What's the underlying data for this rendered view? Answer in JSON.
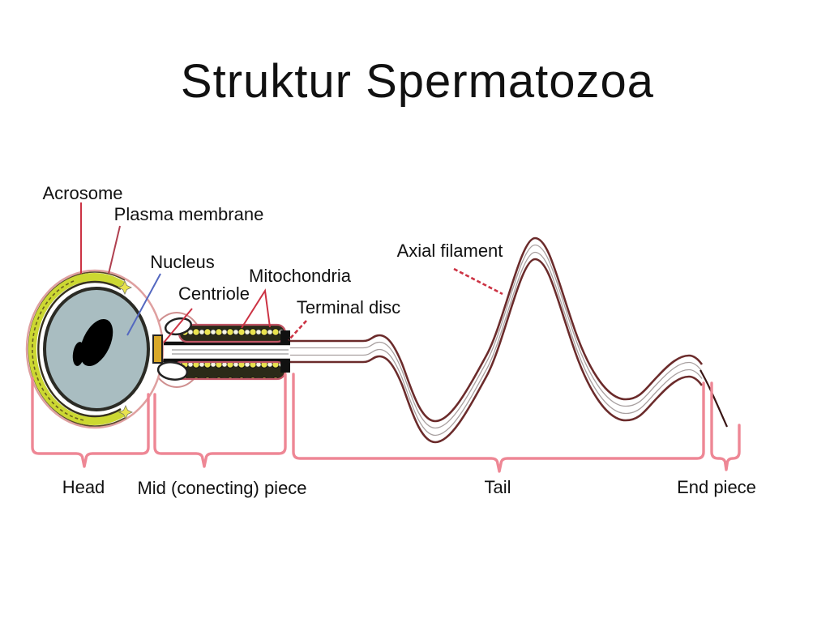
{
  "slide": {
    "title": "Struktur Spermatozoa"
  },
  "diagram": {
    "labels": {
      "acrosome": "Acrosome",
      "plasma_membrane": "Plasma membrane",
      "nucleus": "Nucleus",
      "centriole": "Centriole",
      "mitochondria": "Mitochondria",
      "terminal_disc": "Terminal disc",
      "axial_filament": "Axial filament"
    },
    "regions": {
      "head": "Head",
      "mid_piece": "Mid (conecting) piece",
      "tail": "Tail",
      "end_piece": "End piece"
    },
    "colors": {
      "leader_red": "#cc3344",
      "leader_blue": "#5468c0",
      "bracket_pink": "#ee8795",
      "membrane_salmon": "#dfa0a0",
      "acrosome_yellow": "#ccd832",
      "nucleus_fill": "#a9bdc1",
      "tail_edge": "#6b2b2b",
      "centriole_orange": "#d9a829",
      "bead_yellow": "#e9e34f"
    }
  }
}
